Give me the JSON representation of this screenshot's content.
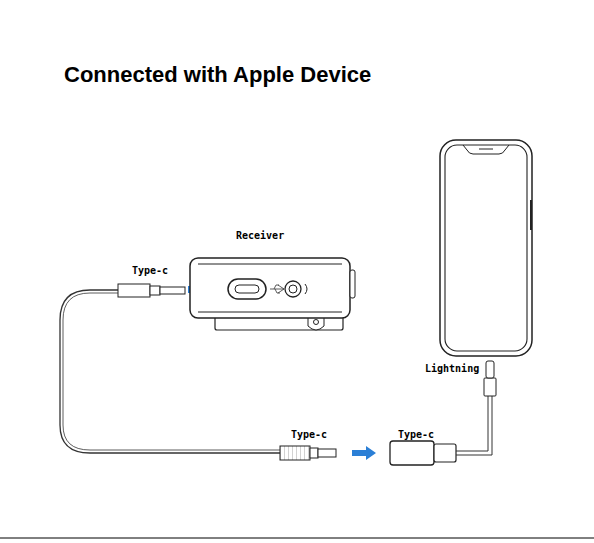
{
  "diagram": {
    "title": "Connected with Apple Device",
    "labels": [
      "Receiver",
      "Type-c",
      "Type-c",
      "Type-c",
      "Lightning"
    ]
  }
}
